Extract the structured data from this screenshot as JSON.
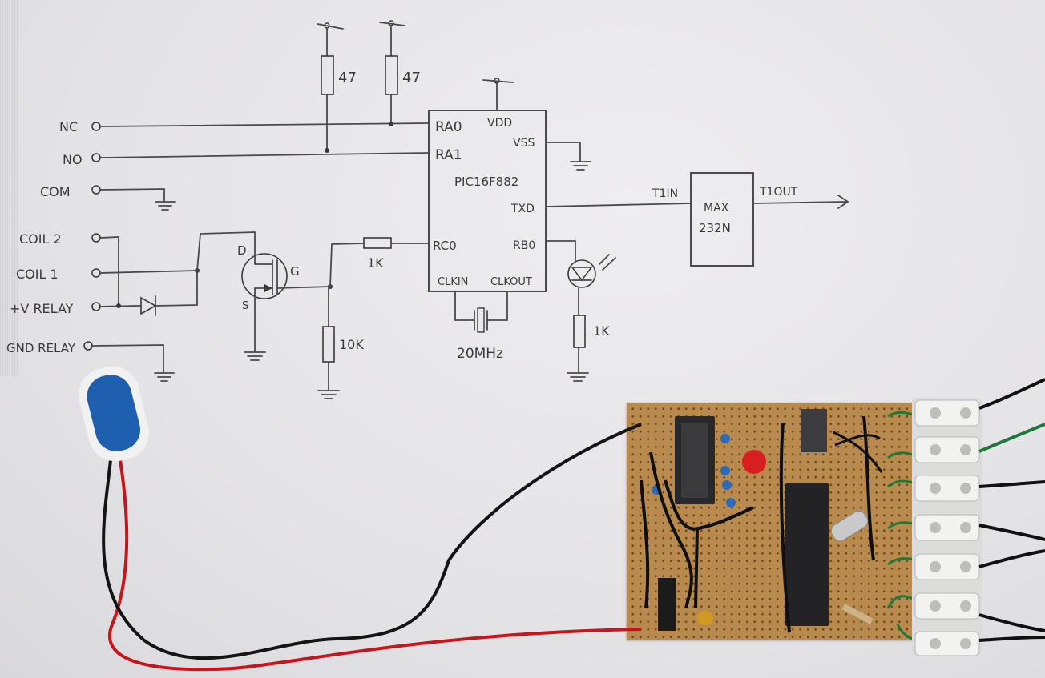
{
  "schematic": {
    "labels": {
      "nc": "NC",
      "no": "NO",
      "com": "COM",
      "coil2": "COIL 2",
      "coil1": "COIL 1",
      "vrelay": "+V RELAY",
      "gndrelay": "GND RELAY"
    },
    "resistors": {
      "r1": "47",
      "r2": "47",
      "rgate": "1K",
      "rpulldown": "10K",
      "rled": "1K"
    },
    "mosfet_pins": {
      "d": "D",
      "g": "G",
      "s": "S"
    },
    "pic": {
      "name": "PIC16F882",
      "ra0": "RA0",
      "ra1": "RA1",
      "vdd": "VDD",
      "vss": "VSS",
      "txd": "TXD",
      "rc0": "RC0",
      "rb0": "RB0",
      "clkin": "CLKIN",
      "clkout": "CLKOUT"
    },
    "crystal": "20MHz",
    "max232": {
      "name_line1": "MAX",
      "name_line2": "232N",
      "t1in": "T1IN",
      "t1out": "T1OUT"
    }
  },
  "colors": {
    "paper": "#e7e6e9",
    "ink": "#3a3a3a",
    "board": "#b98a4e",
    "terminal": "#e6e6e4",
    "wire_red": "#c8141a",
    "wire_black": "#141414",
    "wire_green": "#1f7a3a",
    "battery_blue": "#1e5fb0"
  }
}
